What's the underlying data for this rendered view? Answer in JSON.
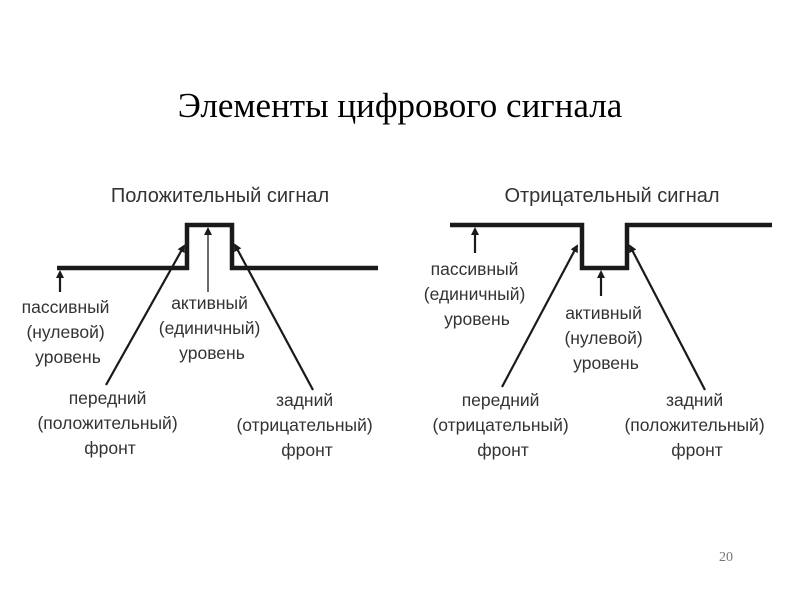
{
  "title": "Элементы цифрового сигнала",
  "page_number": "20",
  "positive": {
    "heading": "Положительный сигнал",
    "passive": [
      "пассивный",
      "(нулевой)",
      "уровень"
    ],
    "active": [
      "активный",
      "(единичный)",
      "уровень"
    ],
    "leading": [
      "передний",
      "(положительный)",
      "фронт"
    ],
    "trailing": [
      "задний",
      "(отрицательный)",
      "фронт"
    ]
  },
  "negative": {
    "heading": "Отрицательный сигнал",
    "passive": [
      "пассивный",
      "(единичный)",
      "уровень"
    ],
    "active": [
      "активный",
      "(нулевой)",
      "уровень"
    ],
    "leading": [
      "передний",
      "(отрицательный)",
      "фронт"
    ],
    "trailing": [
      "задний",
      "(положительный)",
      "фронт"
    ]
  }
}
